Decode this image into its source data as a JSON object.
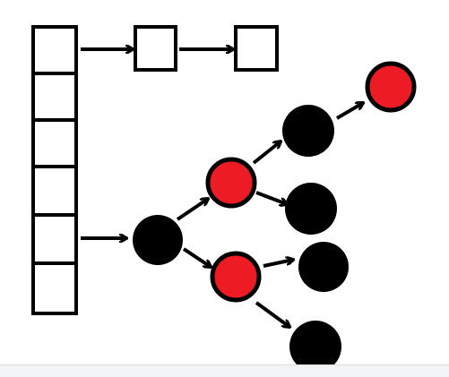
{
  "diagram": {
    "colors": {
      "outline": "#000000",
      "background": "#ffffff",
      "red_node": "#ed1c24",
      "black_node": "#000000",
      "footer_strip": "#f1f3f4"
    },
    "hash_table": {
      "slot_count": 6
    },
    "chain_nodes": [
      "box",
      "box"
    ],
    "tree_nodes": [
      {
        "id": "root",
        "color": "black"
      },
      {
        "id": "upper-mid",
        "color": "red"
      },
      {
        "id": "lower-mid",
        "color": "red"
      },
      {
        "id": "upper-far",
        "color": "black"
      },
      {
        "id": "top-leaf",
        "color": "red"
      },
      {
        "id": "upper-right-leaf",
        "color": "black"
      },
      {
        "id": "lower-right-leaf",
        "color": "black"
      },
      {
        "id": "bottom-leaf",
        "color": "black"
      }
    ]
  }
}
